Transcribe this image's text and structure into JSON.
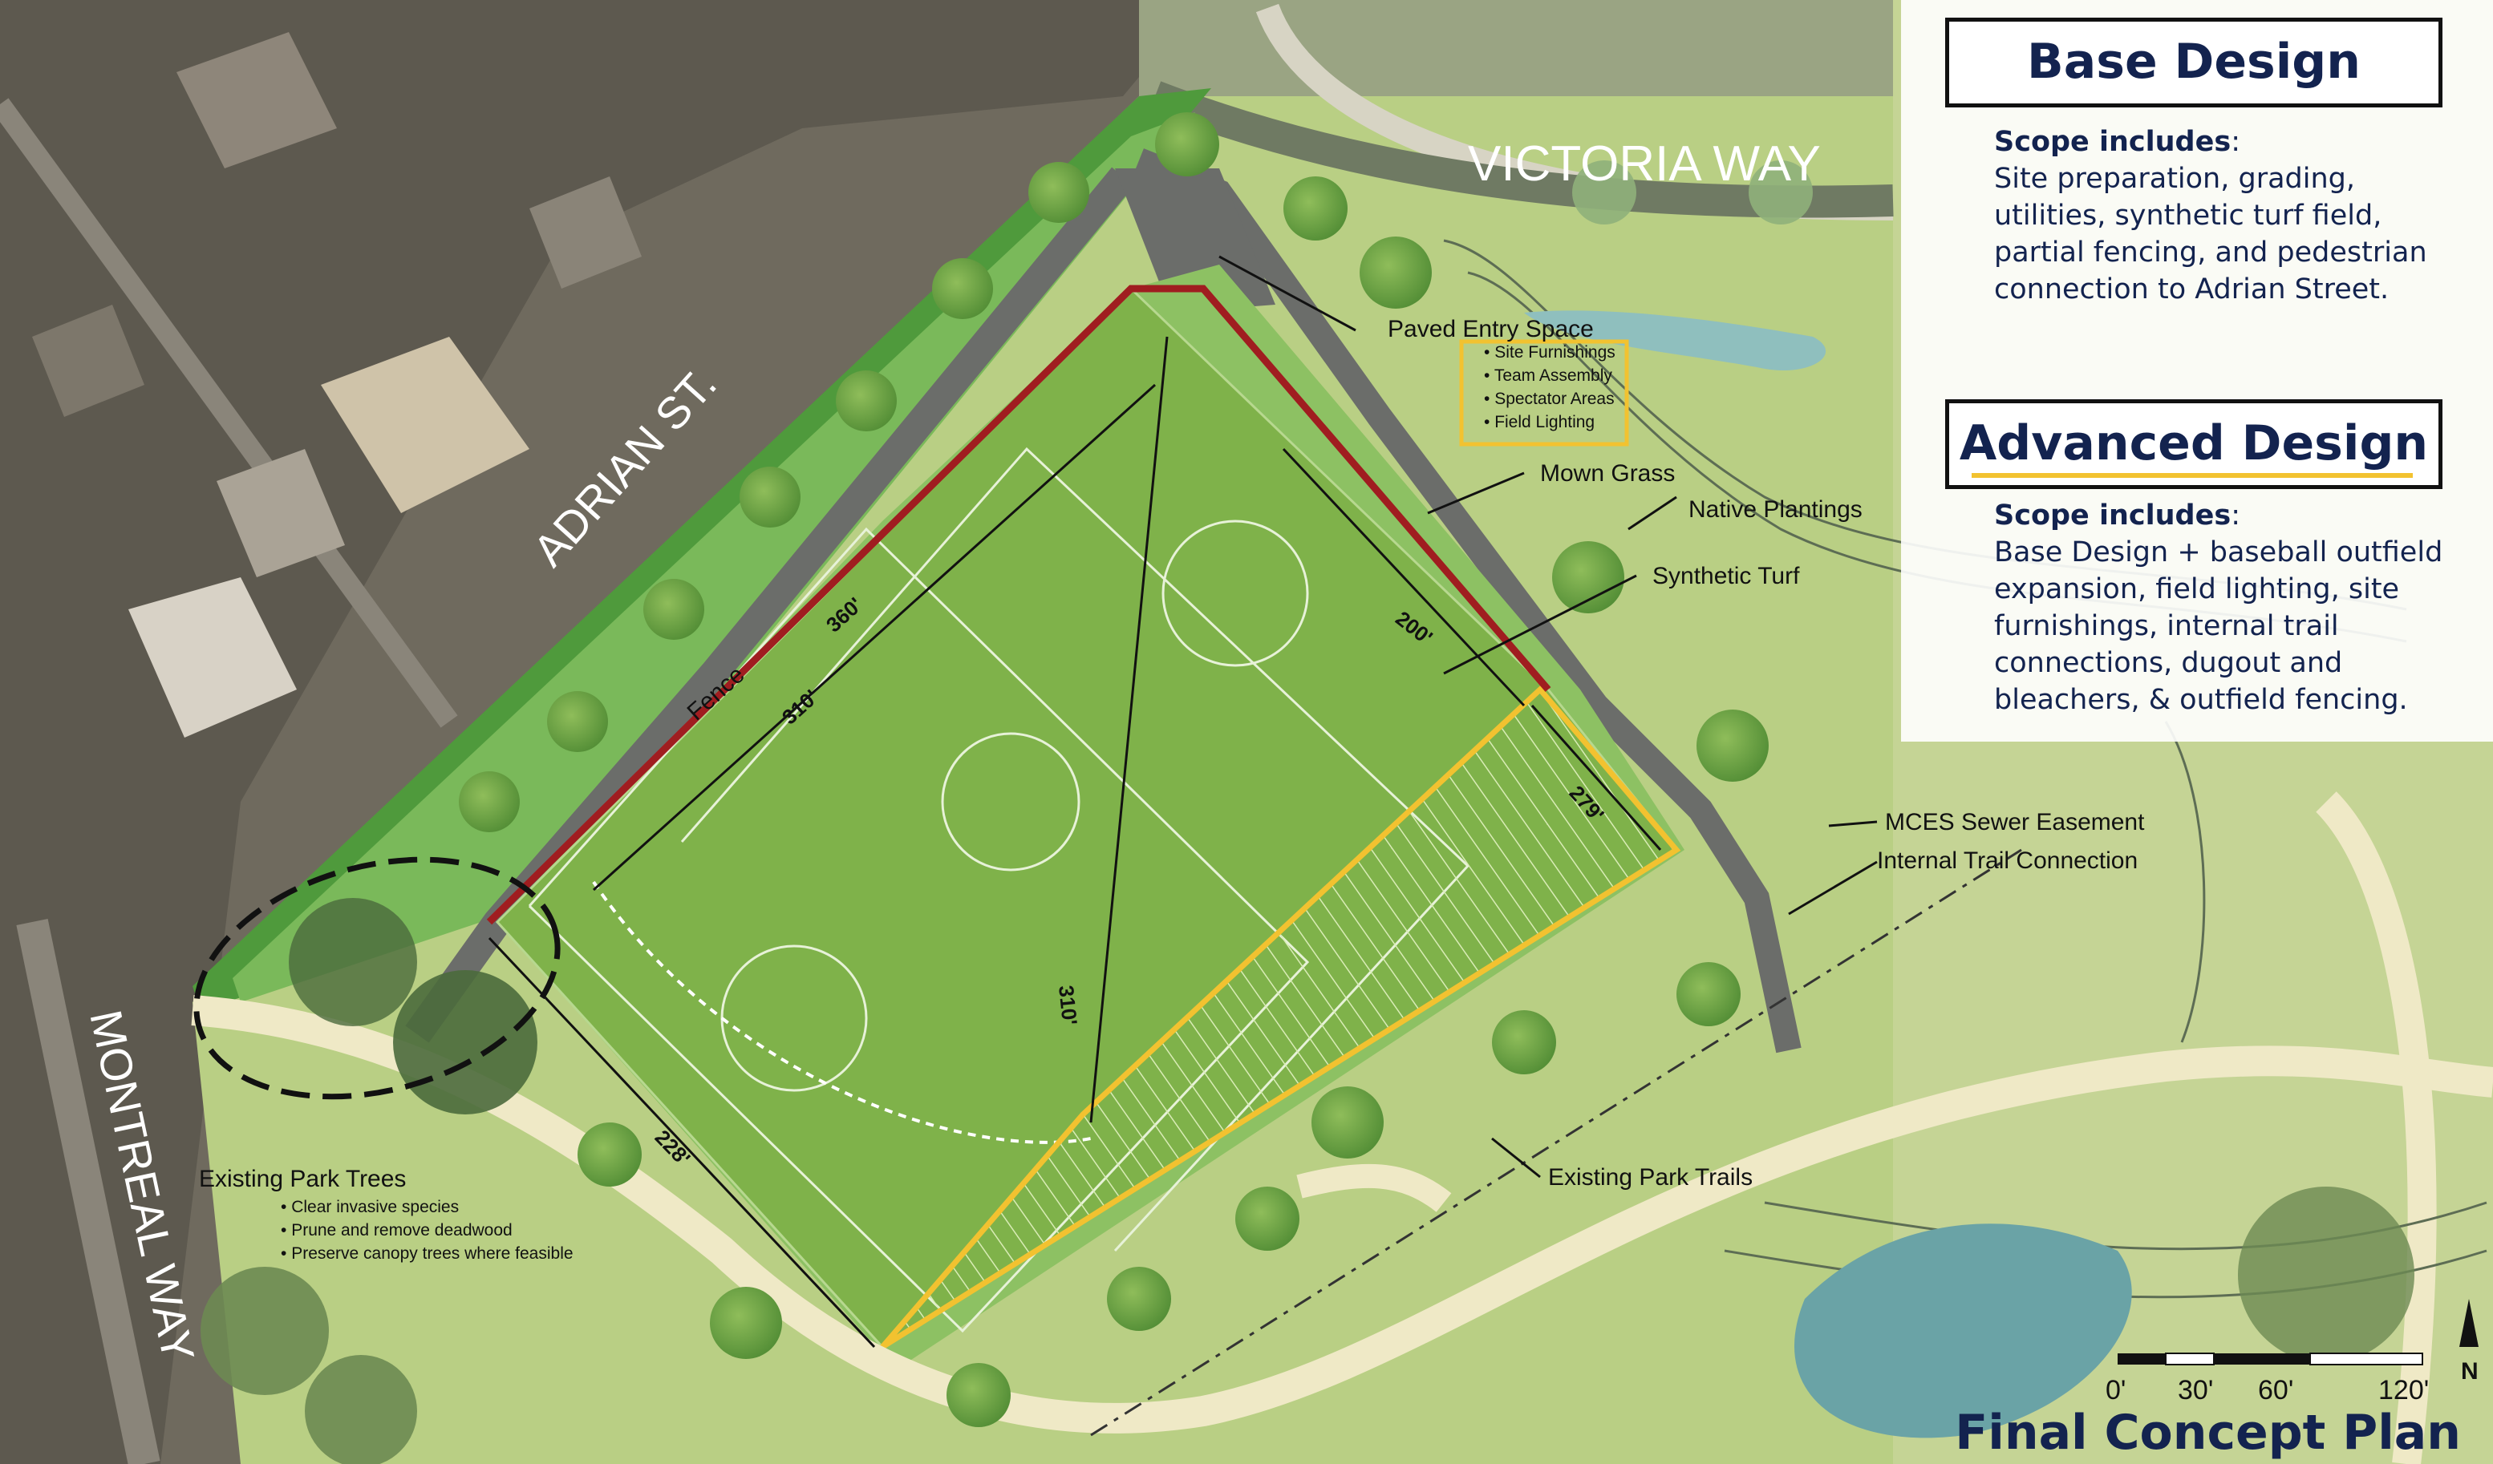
{
  "streets": {
    "victoria": "VICTORIA WAY",
    "adrian": "ADRIAN ST.",
    "montreal": "MONTREAL WAY"
  },
  "callouts": {
    "paved_entry": "Paved Entry Space",
    "entry_items": [
      "Site Furnishings",
      "Team Assembly",
      "Spectator Areas",
      "Field Lighting"
    ],
    "mown_grass": "Mown Grass",
    "native_plantings": "Native Plantings",
    "synthetic_turf": "Synthetic Turf",
    "mces_sewer": "MCES Sewer Easement",
    "internal_trail": "Internal Trail Connection",
    "existing_trails": "Existing Park Trails",
    "fence": "Fence",
    "existing_trees": "Existing Park Trees",
    "tree_items": [
      "Clear invasive species",
      "Prune and remove deadwood",
      "Preserve canopy trees where feasible"
    ]
  },
  "dimensions": {
    "d360": "360'",
    "d310a": "310'",
    "d200": "200'",
    "d279": "279'",
    "d310b": "310'",
    "d228": "228'"
  },
  "scale_bar": {
    "labels": [
      "0'",
      "30'",
      "60'",
      "120'"
    ],
    "north": "N"
  },
  "base_design": {
    "title": "Base Design",
    "scope_lead": "Scope includes",
    "scope_text": "Site preparation, grading, utilities, synthetic turf field, partial fencing, and pedestrian connection to Adrian Street."
  },
  "advanced_design": {
    "title": "Advanced Design",
    "scope_lead": "Scope includes",
    "scope_text": "Base Design + baseball outfield expansion, field lighting, site furnishings, internal trail connections, dugout and bleachers, & outfield fencing."
  },
  "plan_title": "Final Concept Plan",
  "colors": {
    "navy": "#13234f",
    "fence_red": "#a01d20",
    "outfield_yellow": "#f2c230",
    "turf": "#7fb24a",
    "park_grass": "#b9cf84",
    "trail": "#efe9c6"
  }
}
